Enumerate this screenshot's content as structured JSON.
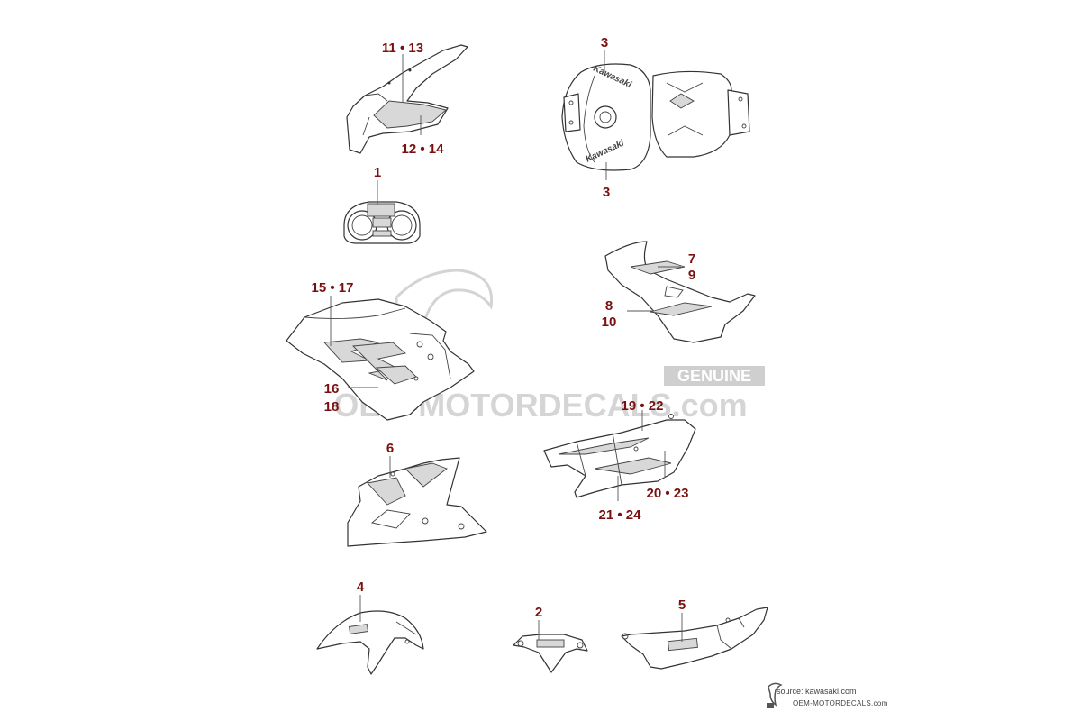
{
  "callouts": {
    "c11_13": "11 • 13",
    "c12_14": "12 • 14",
    "c1": "1",
    "c3_top": "3",
    "c3_bottom": "3",
    "c7": "7",
    "c9": "9",
    "c8": "8",
    "c10": "10",
    "c15_17": "15 • 17",
    "c16": "16",
    "c18": "18",
    "c19_22": "19 • 22",
    "c20_23": "20 • 23",
    "c21_24": "21 • 24",
    "c6": "6",
    "c4": "4",
    "c2": "2",
    "c5": "5"
  },
  "decal_text": {
    "tank_top": "Kawasaki",
    "tank_bottom": "Kawasaki"
  },
  "watermark": {
    "badge": "GENUINE",
    "site": "OEM-MOTORDECALS.com"
  },
  "credits": {
    "source": "source: kawasaki.com",
    "site": "OEM-MOTORDECALS.com"
  },
  "colors": {
    "callout": "#7a1010",
    "line": "#333333",
    "watermark": "#c8c8c8"
  }
}
